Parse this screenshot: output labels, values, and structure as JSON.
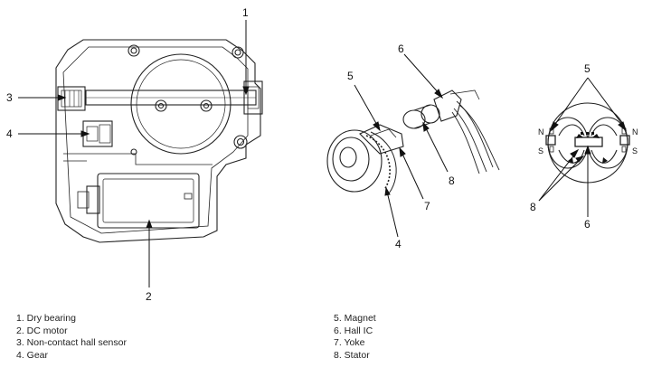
{
  "callouts": {
    "left": [
      "1",
      "2",
      "3",
      "4"
    ],
    "middle": [
      "4",
      "5",
      "6",
      "7",
      "8"
    ],
    "right": [
      "5",
      "6",
      "8"
    ]
  },
  "pole_labels": {
    "n_left": "N",
    "s_left": "S",
    "n_right": "N",
    "s_right": "S"
  },
  "legend": {
    "left": [
      "1. Dry bearing",
      "2. DC motor",
      "3. Non-contact hall sensor",
      "4. Gear"
    ],
    "right": [
      "5. Magnet",
      "6. Hall IC",
      "7. Yoke",
      "8. Stator"
    ]
  }
}
